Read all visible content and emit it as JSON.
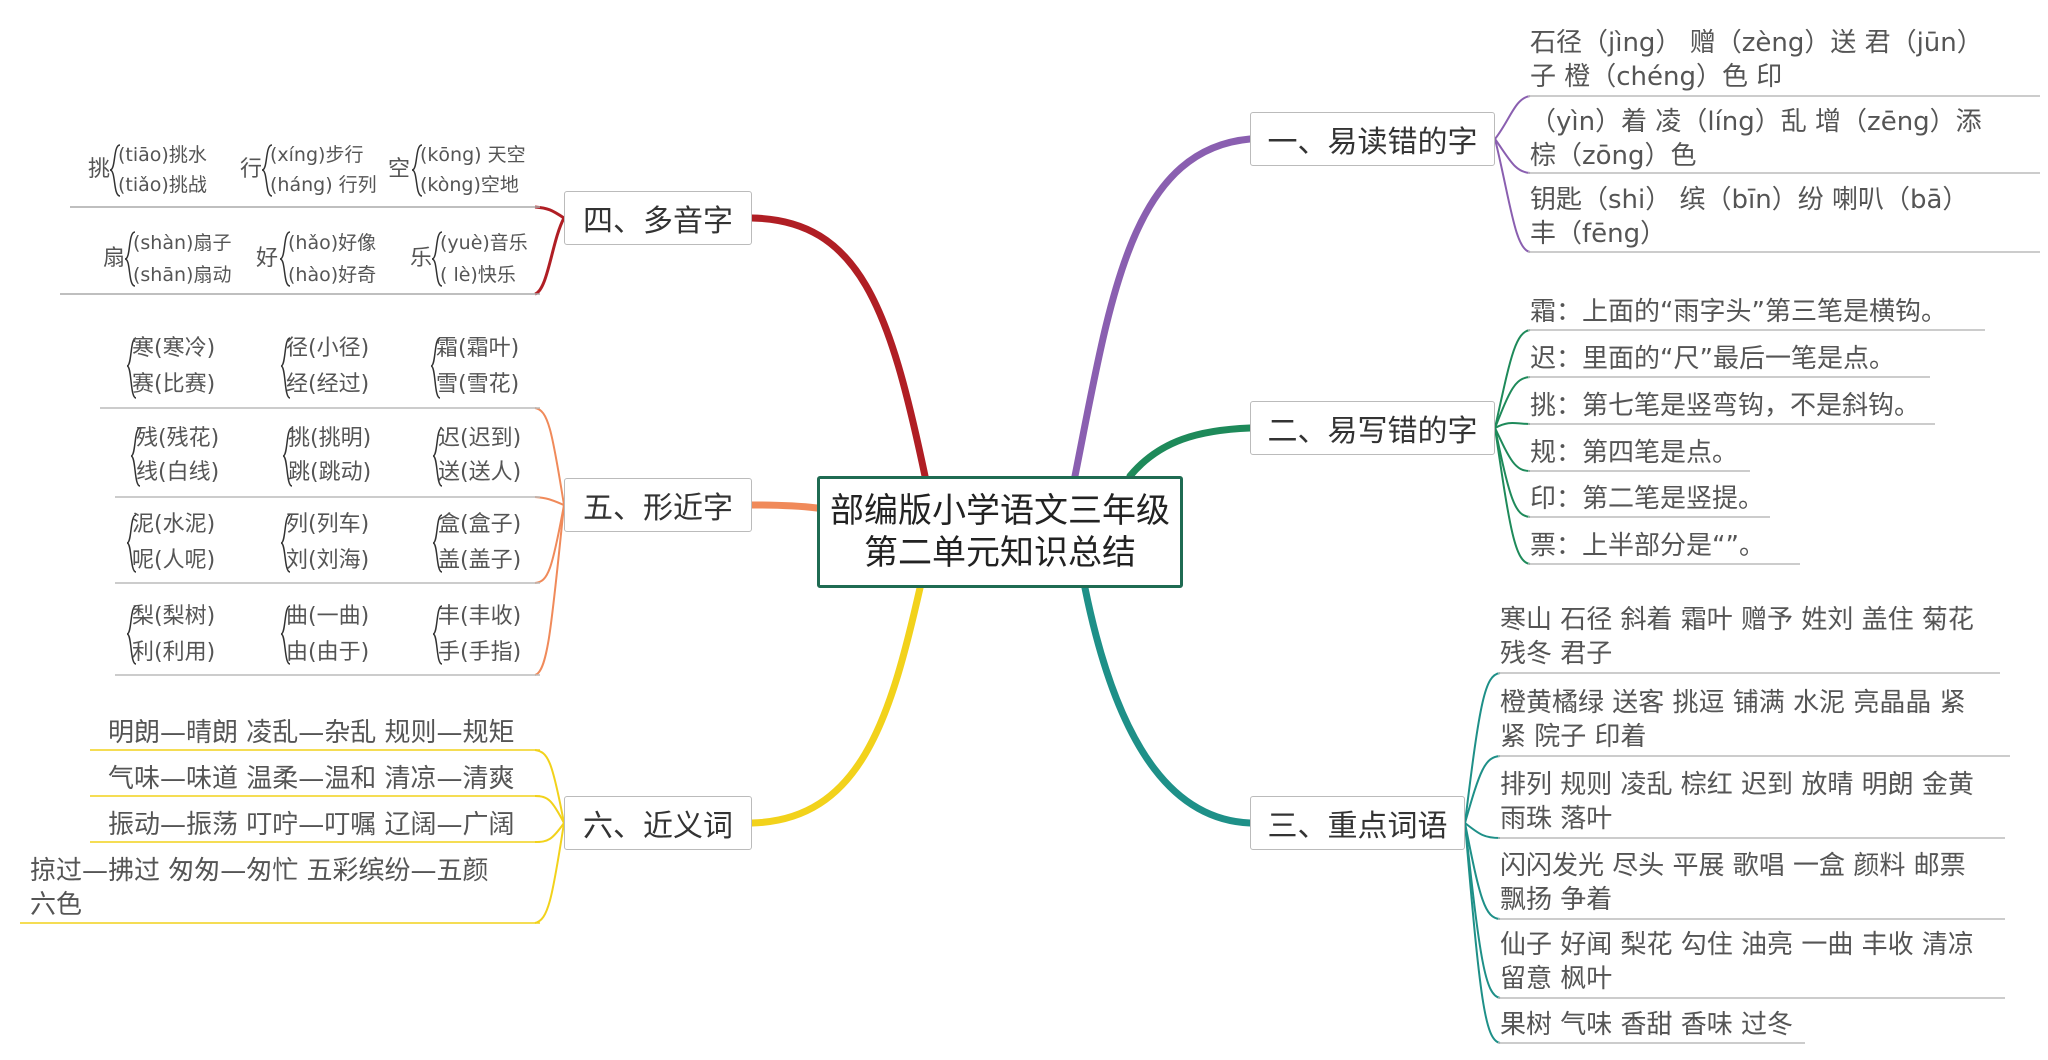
{
  "center": {
    "line1": "部编版小学语文三年级",
    "line2": "第二单元知识总结"
  },
  "topics": {
    "t1": "一、易读错的字",
    "t2": "二、易写错的字",
    "t3": "三、重点词语",
    "t4": "四、多音字",
    "t5": "五、形近字",
    "t6": "六、近义词"
  },
  "misread": [
    {
      "l1": "石径（jìng） 赠（zèng）送  君（jūn）",
      "l2": "子  橙（chéng）色 印"
    },
    {
      "l1": "（yìn）着  凌（líng）乱  增（zēng）添",
      "l2": "棕（zōng）色"
    },
    {
      "l1": "钥匙（shi）  缤（bīn）纷   喇叭（bā）",
      "l2": "丰（fēng）"
    }
  ],
  "miswrite": [
    "霜：上面的“雨字头”第三笔是横钩。",
    "迟：里面的“尺”最后一笔是点。",
    "挑：第七笔是竖弯钩，不是斜钩。",
    "规：第四笔是点。",
    "印：第二笔是竖提。",
    "票：上半部分是“”。"
  ],
  "keywords": [
    {
      "l1": "寒山 石径 斜着 霜叶 赠予 姓刘 盖住 菊花",
      "l2": "残冬 君子"
    },
    {
      "l1": "橙黄橘绿 送客 挑逗 铺满 水泥 亮晶晶 紧",
      "l2": "紧 院子 印着"
    },
    {
      "l1": "排列 规则 凌乱 棕红 迟到 放晴 明朗 金黄",
      "l2": "雨珠 落叶"
    },
    {
      "l1": "闪闪发光 尽头 平展 歌唱 一盒 颜料 邮票",
      "l2": "飘扬 争着"
    },
    {
      "l1": "仙子 好闻 梨花 勾住 油亮 一曲 丰收 清凉",
      "l2": "留意 枫叶"
    },
    {
      "l1": "果树 气味 香甜 香味 过冬",
      "l2": ""
    }
  ],
  "polyphones": [
    {
      "char": "挑",
      "a": "(tiāo)挑水",
      "b": "(tiǎo)挑战"
    },
    {
      "char": "行",
      "a": "(xíng)步行",
      "b": "(háng) 行列"
    },
    {
      "char": "空",
      "a": "(kōng) 天空",
      "b": "(kòng)空地"
    },
    {
      "char": "扇",
      "a": "(shàn)扇子",
      "b": "(shān)扇动"
    },
    {
      "char": "好",
      "a": "(hǎo)好像",
      "b": "(hào)好奇"
    },
    {
      "char": "乐",
      "a": "(yuè)音乐",
      "b": "( lè)快乐"
    }
  ],
  "similar": [
    [
      "寒(寒冷)",
      "赛(比赛)",
      "径(小径)",
      "经(经过)",
      "霜(霜叶)",
      "雪(雪花)"
    ],
    [
      "残(残花)",
      "线(白线)",
      "挑(挑明)",
      "跳(跳动)",
      "迟(迟到)",
      "送(送人)"
    ],
    [
      "泥(水泥)",
      "呢(人呢)",
      "列(列车)",
      "刘(刘海)",
      "盒(盒子)",
      "盖(盖子)"
    ],
    [
      "梨(梨树)",
      "利(利用)",
      "曲(一曲)",
      "由(由于)",
      "丰(丰收)",
      "手(手指)"
    ]
  ],
  "synonyms": [
    {
      "l1": "明朗—晴朗 凌乱—杂乱 规则—规矩",
      "l2": ""
    },
    {
      "l1": "气味—味道 温柔—温和 清凉—清爽",
      "l2": ""
    },
    {
      "l1": "振动—振荡 叮咛—叮嘱 辽阔—广阔",
      "l2": ""
    },
    {
      "l1": "掠过—拂过 匆匆—匆忙 五彩缤纷—五颜",
      "l2": "六色"
    }
  ],
  "colors": {
    "purple": "#8a5fb0",
    "green": "#1e8a5a",
    "teal": "#1e9088",
    "red": "#b01e24",
    "orange": "#f08a5a",
    "yellow": "#f2d21b"
  }
}
